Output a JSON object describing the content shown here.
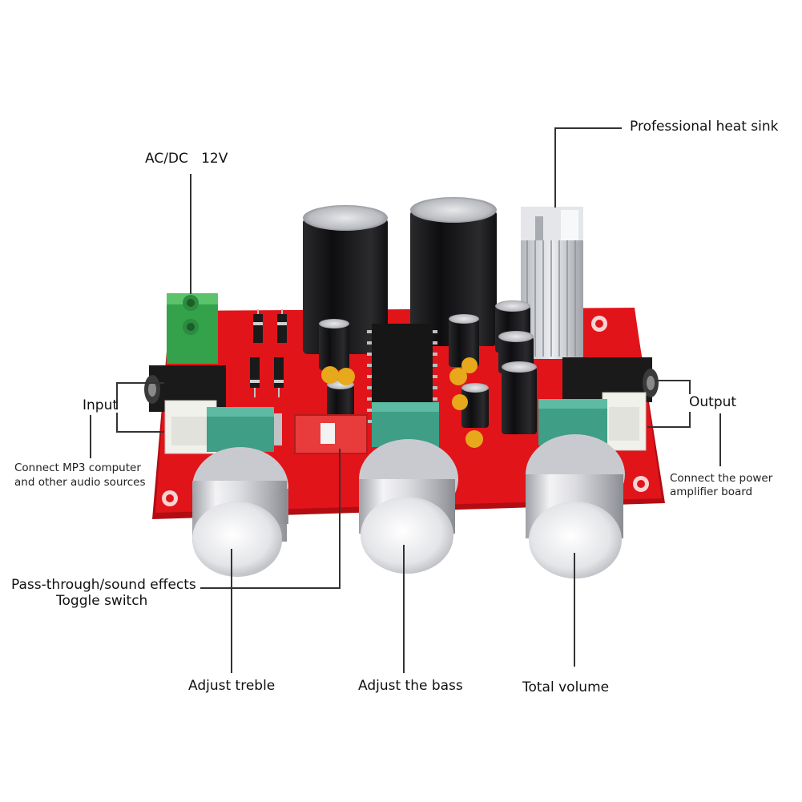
{
  "colors": {
    "board": "#e1141a",
    "board_dark": "#b10d12",
    "silk": "#f3e9e9",
    "capacitor": "#1b1b1d",
    "terminal": "#33a24a",
    "potentiometer": "#3e9e86",
    "knob": "#d9dadf",
    "heatsink": "#c9ccd2",
    "connector": "#f1f1ec",
    "lead_line": "#333333"
  },
  "callouts": {
    "power": "AC/DC   12V",
    "heat_sink": "Professional heat sink",
    "input": "Input",
    "input_note_1": "Connect MP3 computer",
    "input_note_2": "and other audio sources",
    "output": "Output",
    "output_note_1": "Connect the power",
    "output_note_2": "amplifier board",
    "toggle_1": "Pass-through/sound effects",
    "toggle_2": "Toggle switch",
    "treble": "Adjust treble",
    "bass": "Adjust the bass",
    "volume": "Total volume"
  }
}
